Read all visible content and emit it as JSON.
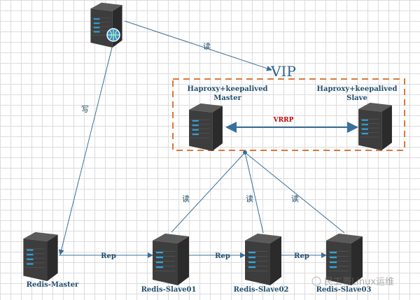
{
  "title": "",
  "labels": {
    "read_top": "读",
    "write": "写",
    "vip": "VIP",
    "haproxy_master": [
      "Haproxy+keepalived",
      "Master"
    ],
    "haproxy_slave": [
      "Haproxy+keepalived",
      "Slave"
    ],
    "vrrp": "VRRP",
    "read_1": "读",
    "read_2": "读",
    "read_3": "读",
    "rep_1": "Rep",
    "rep_2": "Rep",
    "rep_3": "Rep",
    "redis_master": "Redis-Master",
    "redis_slave01": "Redis-Slave01",
    "redis_slave02": "Redis-Slave02",
    "redis_slave03": "Redis-Slave03"
  },
  "watermark": "民工哥Linux运维",
  "colors": {
    "line": "#3a6f9a",
    "box": "#d9783a",
    "vrrp": "#c00000",
    "text": "#1f4e6e",
    "server": "#3b3b3b",
    "led": "#2fa6e0"
  }
}
